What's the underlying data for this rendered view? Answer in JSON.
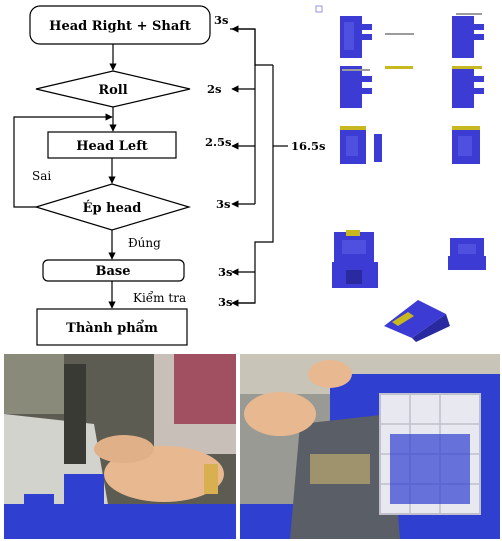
{
  "flowchart": {
    "steps": {
      "head_right_shaft": "Head Right + Shaft",
      "roll": "Roll",
      "head_left": "Head Left",
      "ep_head": "Ép head",
      "base": "Base",
      "thanh_pham": "Thành phẩm"
    },
    "branch_labels": {
      "sai": "Sai",
      "dung": "Đúng",
      "kiem_tra": "Kiểm tra"
    },
    "times": {
      "head_right_shaft": "3s",
      "roll": "2s",
      "head_left": "2.5s",
      "ep_head": "3s",
      "base": "3s",
      "kiem_tra": "3s",
      "total": "16.5s"
    }
  },
  "part_color": "#3c3cd4",
  "photos": {
    "left": "worker-hands-assembling-blue-parts",
    "right": "hands-sorting-blue-parts-in-basket"
  }
}
